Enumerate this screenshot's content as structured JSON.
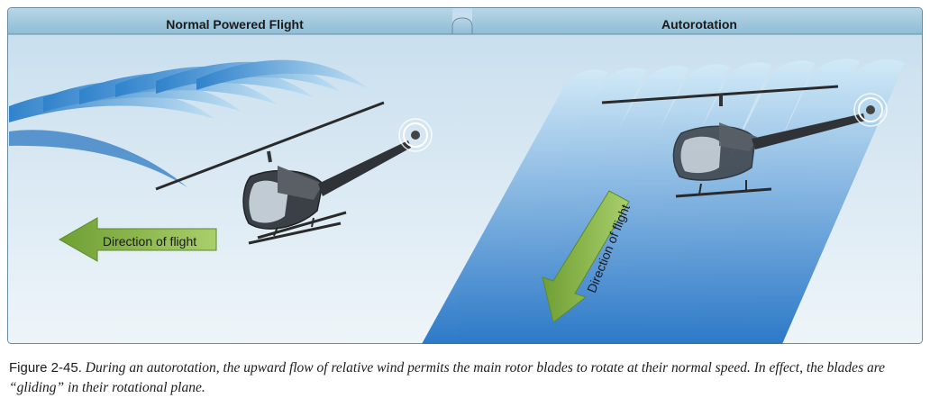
{
  "panels": {
    "left_title": "Normal Powered Flight",
    "right_title": "Autorotation"
  },
  "arrows": {
    "left_label": "Direction of flight",
    "right_label": "Direction of flight"
  },
  "caption": {
    "label": "Figure 2-45.",
    "text": "During an autorotation, the upward flow of relative wind permits the main rotor blades to rotate at their normal speed. In effect, the blades are “gliding” in their rotational plane."
  },
  "colors": {
    "header": "#9fc8dd",
    "sky_top": "#cfe3ef",
    "sky_bottom": "#eaf3f8",
    "airflow": "#3a8fd0",
    "arrow": "#8ab84a"
  }
}
